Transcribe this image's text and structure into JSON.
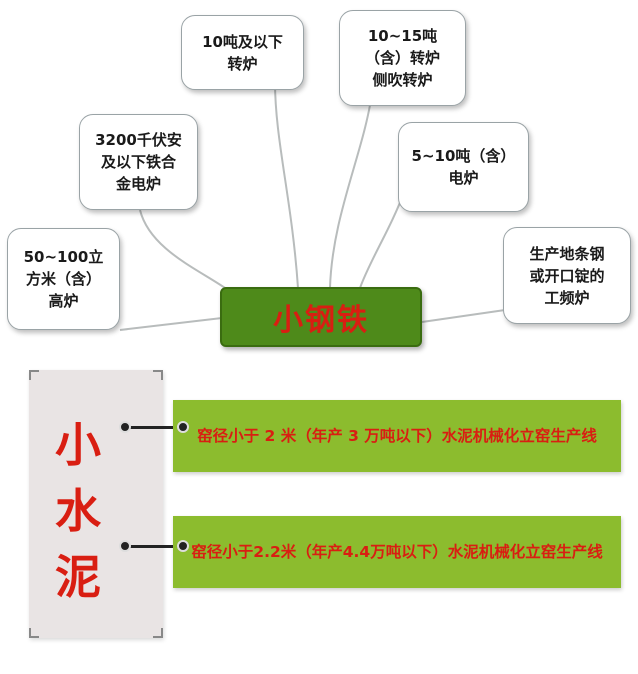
{
  "steel": {
    "center_label": "小钢铁",
    "nodes": [
      {
        "id": "blast-furnace",
        "text": "50~100立\n方米（含）\n高炉"
      },
      {
        "id": "ferroalloy",
        "text": "3200千伏安\n及以下铁合\n金电炉"
      },
      {
        "id": "converter-small",
        "text": "10吨及以下\n转炉"
      },
      {
        "id": "side-blown",
        "text": "10~15吨\n（含）转炉\n侧吹转炉"
      },
      {
        "id": "electric-furnace",
        "text": "5~10吨（含）\n电炉"
      },
      {
        "id": "induction-furnace",
        "text": "生产地条钢\n或开口锭的\n工频炉"
      }
    ]
  },
  "cement": {
    "title_chars": [
      "小",
      "水",
      "泥"
    ],
    "items": [
      "窑径小于 2 米（年产 3 万吨以下）水泥机械化立窑生产线",
      "窑径小于2.2米（年产4.4万吨以下）水泥机械化立窑生产线"
    ]
  },
  "colors": {
    "center_fill": "#4e8a1a",
    "center_text": "#d91e12",
    "bar_fill": "#8cbc2e",
    "cement_panel": "#e9e4e4",
    "connector": "#b8bcbc"
  }
}
